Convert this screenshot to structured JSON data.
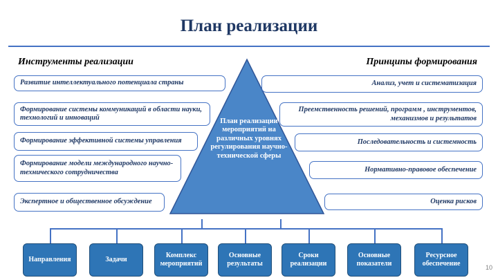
{
  "title": "План реализации",
  "left": {
    "heading": "Инструменты реализации",
    "items": [
      "Развитие интеллектуального потенциала страны",
      "Формирование системы коммуникаций в области науки, технологий и инноваций",
      "Формирование  эффективной системы управления",
      "Формирование модели международного научно-технического сотрудничества",
      "Экспертное и общественное обсуждение"
    ]
  },
  "right": {
    "heading": "Принципы формирования",
    "items": [
      "Анализ, учет  и систематизация",
      "Преемственность решений, программ , инструментов, механизмов и  результатов",
      "Последовательность и системность",
      "Нормативно-правовое  обеспечение",
      "Оценка рисков"
    ]
  },
  "center": "План реализации мероприятий на различных уровнях регулирования научно-технической сферы",
  "bottom": [
    "Направления",
    "Задачи",
    "Комплекс мероприятий",
    "Основные результаты",
    "Сроки реализации",
    "Основные показатели",
    "Ресурсное обеспечение"
  ],
  "page_number": "10",
  "colors": {
    "title": "#1F3864",
    "accent": "#4472C4",
    "triangle": "#4A86C8",
    "box": "#2E75B6"
  }
}
